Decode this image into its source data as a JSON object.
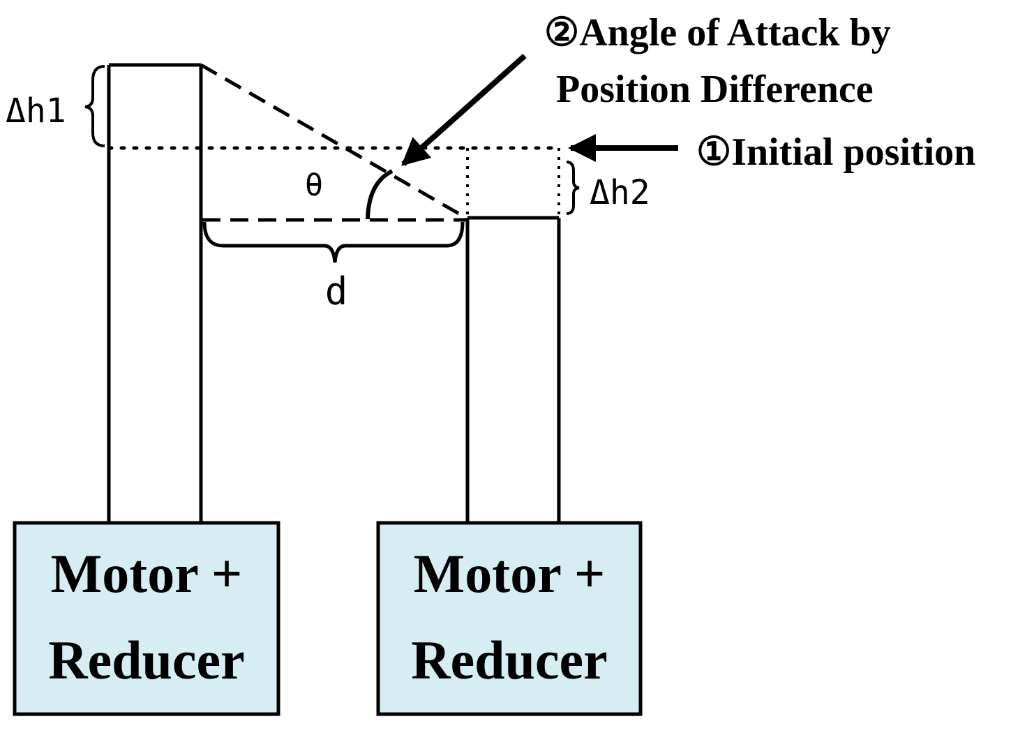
{
  "labels": {
    "angle_line1": "②Angle of Attack by",
    "angle_line2": "Position Difference",
    "initial_position": "①Initial position",
    "delta_h1": "Δh1",
    "delta_h2": "Δh2",
    "theta": "θ",
    "distance": "d"
  },
  "boxes": [
    {
      "line1": "Motor +",
      "line2": "Reducer"
    },
    {
      "line1": "Motor +",
      "line2": "Reducer"
    }
  ],
  "colors": {
    "box_fill": "#d6eef3",
    "stroke": "#000000"
  }
}
